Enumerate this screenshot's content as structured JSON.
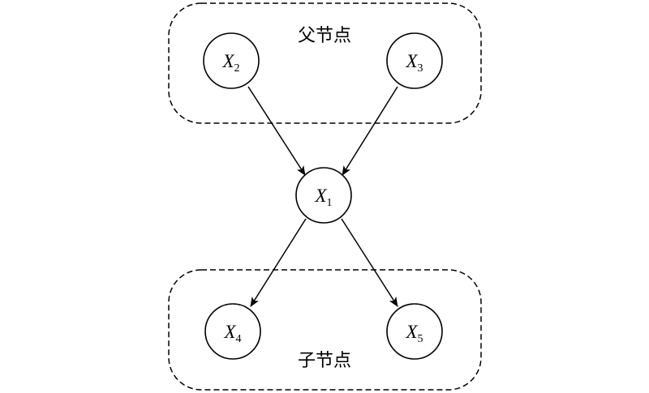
{
  "groups": {
    "parents": {
      "label": "父节点"
    },
    "children": {
      "label": "子节点"
    }
  },
  "nodes": {
    "x2": {
      "var": "X",
      "sub": "2"
    },
    "x3": {
      "var": "X",
      "sub": "3"
    },
    "x1": {
      "var": "X",
      "sub": "1"
    },
    "x4": {
      "var": "X",
      "sub": "4"
    },
    "x5": {
      "var": "X",
      "sub": "5"
    }
  },
  "edges": [
    {
      "from": "x2",
      "to": "x1"
    },
    {
      "from": "x3",
      "to": "x1"
    },
    {
      "from": "x1",
      "to": "x4"
    },
    {
      "from": "x1",
      "to": "x5"
    }
  ],
  "colors": {
    "stroke": "#000000",
    "background": "#ffffff"
  }
}
